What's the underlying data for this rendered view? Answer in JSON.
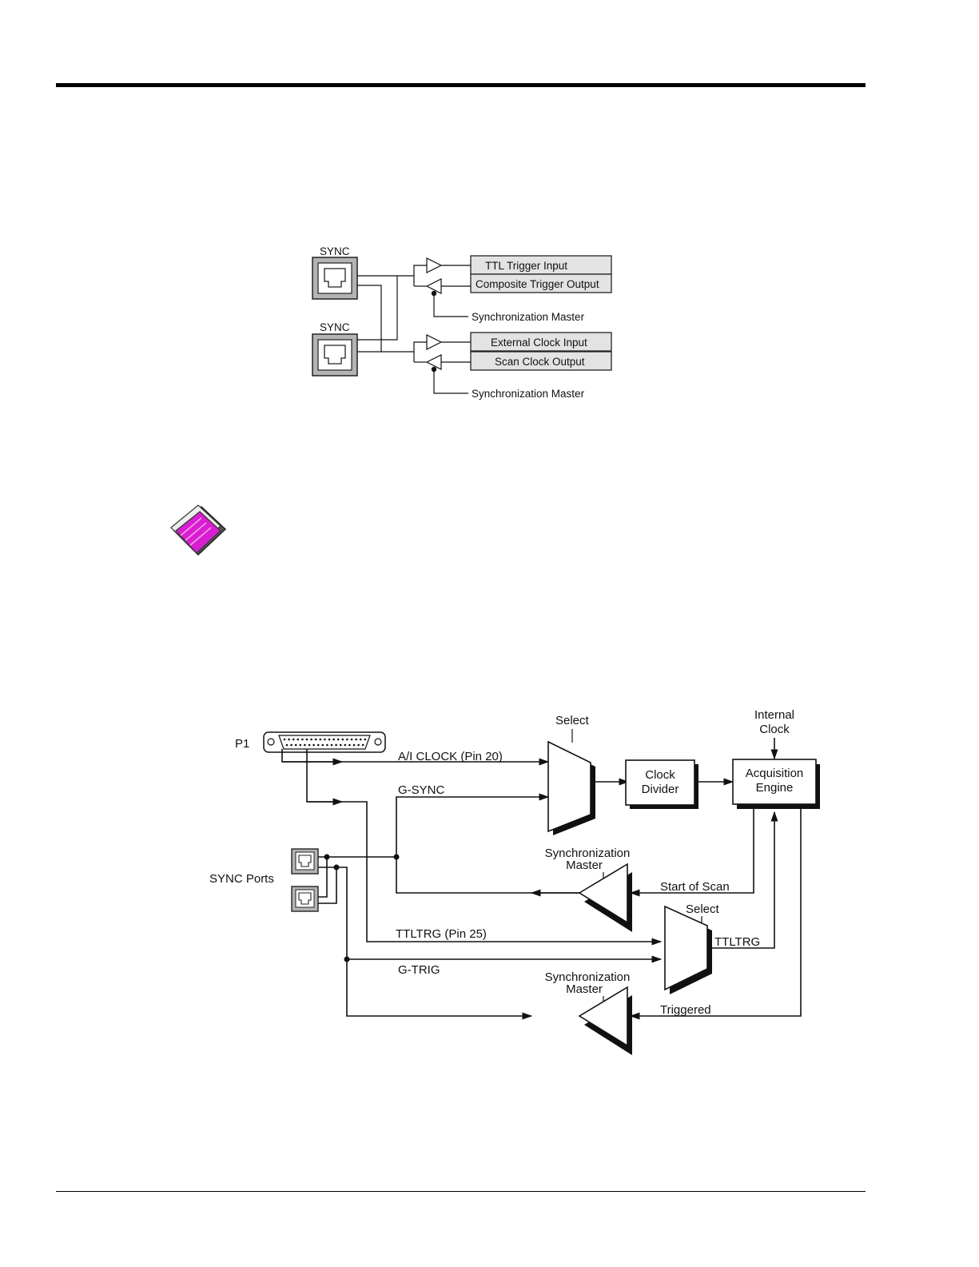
{
  "figure1": {
    "sync_top": "SYNC",
    "sync_bottom": "SYNC",
    "ttl_trigger_input": "TTL Trigger Input",
    "composite_trigger_output": "Composite Trigger Output",
    "sync_master_1": "Synchronization Master",
    "external_clock_input": "External Clock Input",
    "scan_clock_output": "Scan Clock Output",
    "sync_master_2": "Synchronization Master"
  },
  "figure2": {
    "p1": "P1",
    "ai_clock": "A/I CLOCK (Pin 20)",
    "g_sync": "G-SYNC",
    "select_top": "Select",
    "internal_clock_line1": "Internal",
    "internal_clock_line2": "Clock",
    "clock_divider_line1": "Clock",
    "clock_divider_line2": "Divider",
    "acq_engine_line1": "Acquisition",
    "acq_engine_line2": "Engine",
    "sync_master_a_line1": "Synchronization",
    "sync_master_a_line2": "Master",
    "sync_ports": "SYNC Ports",
    "start_of_scan": "Start of Scan",
    "select_mid": "Select",
    "ttltrg_pin25": "TTLTRG (Pin 25)",
    "ttltrg": "TTLTRG",
    "g_trig": "G-TRIG",
    "sync_master_b_line1": "Synchronization",
    "sync_master_b_line2": "Master",
    "triggered": "Triggered"
  },
  "icons": {
    "reference_icon": "book-reference-icon"
  },
  "colors": {
    "jack_fill": "#b4b4b4",
    "label_box_fill": "#e3e3e3",
    "book_magenta": "#d81fd0"
  }
}
